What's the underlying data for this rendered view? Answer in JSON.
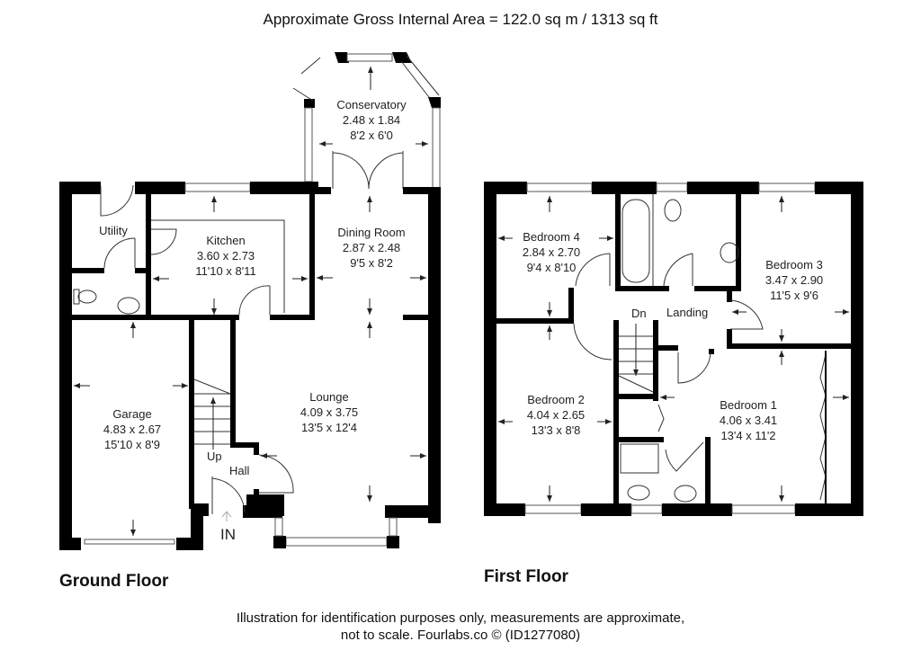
{
  "header": {
    "title": "Approximate Gross Internal Area = 122.0 sq m / 1313 sq ft"
  },
  "ground_floor": {
    "label": "Ground Floor",
    "entrance_label": "IN",
    "stairs_label": "Up",
    "rooms": {
      "conservatory": {
        "name": "Conservatory",
        "metric": "2.48 x 1.84",
        "imperial": "8'2 x 6'0"
      },
      "utility": {
        "name": "Utility"
      },
      "kitchen": {
        "name": "Kitchen",
        "metric": "3.60 x 2.73",
        "imperial": "11'10 x 8'11"
      },
      "dining_room": {
        "name": "Dining Room",
        "metric": "2.87 x 2.48",
        "imperial": "9'5 x 8'2"
      },
      "garage": {
        "name": "Garage",
        "metric": "4.83 x 2.67",
        "imperial": "15'10 x 8'9"
      },
      "lounge": {
        "name": "Lounge",
        "metric": "4.09 x 3.75",
        "imperial": "13'5 x 12'4"
      },
      "hall": {
        "name": "Hall"
      }
    }
  },
  "first_floor": {
    "label": "First Floor",
    "stairs_label": "Dn",
    "rooms": {
      "bedroom4": {
        "name": "Bedroom 4",
        "metric": "2.84 x 2.70",
        "imperial": "9'4 x 8'10"
      },
      "bedroom3": {
        "name": "Bedroom 3",
        "metric": "3.47 x 2.90",
        "imperial": "11'5 x 9'6"
      },
      "landing": {
        "name": "Landing"
      },
      "bedroom2": {
        "name": "Bedroom 2",
        "metric": "4.04 x 2.65",
        "imperial": "13'3 x 8'8"
      },
      "bedroom1": {
        "name": "Bedroom 1",
        "metric": "4.06 x 3.41",
        "imperial": "13'4 x 11'2"
      }
    }
  },
  "footer": {
    "line1": "Illustration for identification purposes only, measurements are approximate,",
    "line2": "not to scale. Fourlabs.co © (ID1277080)"
  }
}
